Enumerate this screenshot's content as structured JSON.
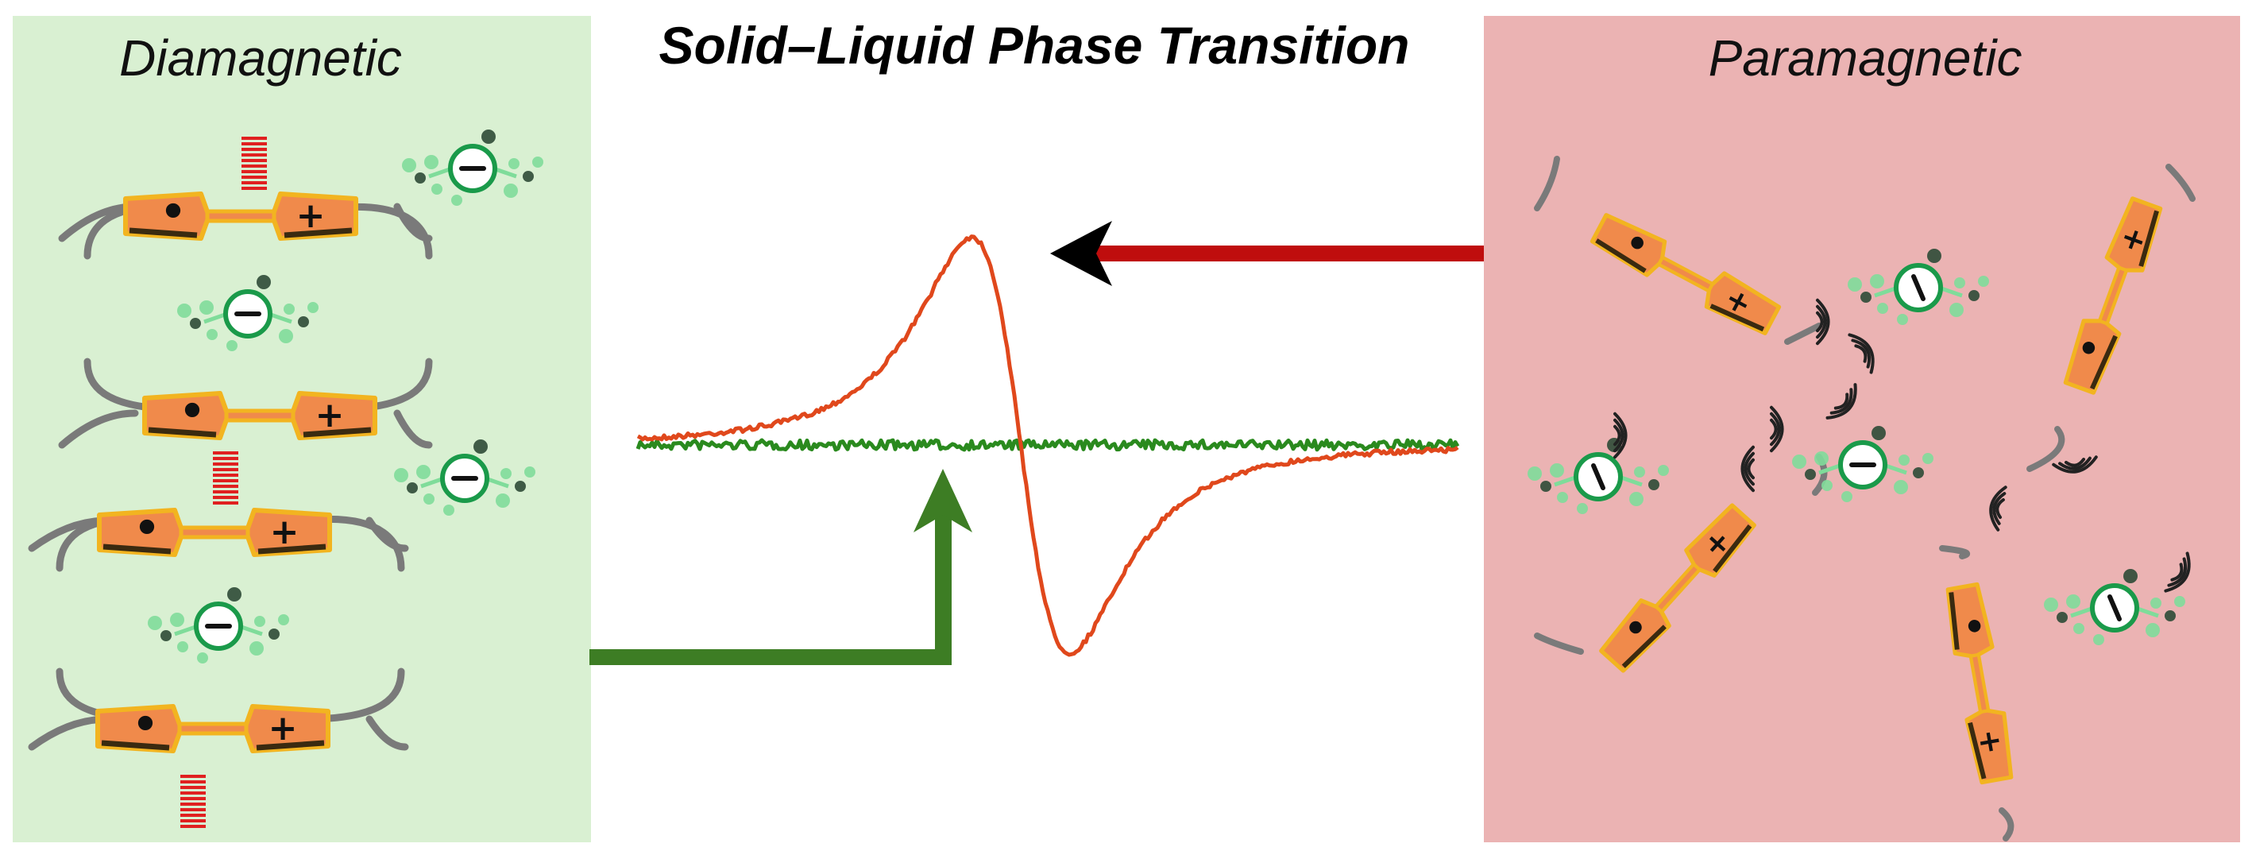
{
  "title": "Solid–Liquid Phase Transition",
  "left_panel": {
    "label": "Diamagnetic",
    "background": "#d9f0d2"
  },
  "right_panel": {
    "label": "Paramagnetic",
    "background": "#ebb3b3"
  },
  "colors": {
    "cation_fill": "#f08a4b",
    "cation_edge": "#f2b420",
    "anion_ring": "#1a9a4a",
    "anion_atom": "#7fdc9a",
    "stack_bar": "#e02020",
    "chain": "#7a7a7a",
    "curve_liquid": "#e0481c",
    "curve_solid": "#2a8a1e",
    "arrow_red": "#bf0d0d",
    "arrow_green": "#3d7d24"
  },
  "symbols": {
    "radical": "•",
    "cation_charge": "+",
    "anion_charge": "−",
    "anion_charge_tilted": "/"
  },
  "icons": [
    "radical-cation-icon",
    "anion-icon",
    "stacking-bar-icon",
    "motion-wave-icon",
    "arrow-icon"
  ]
}
